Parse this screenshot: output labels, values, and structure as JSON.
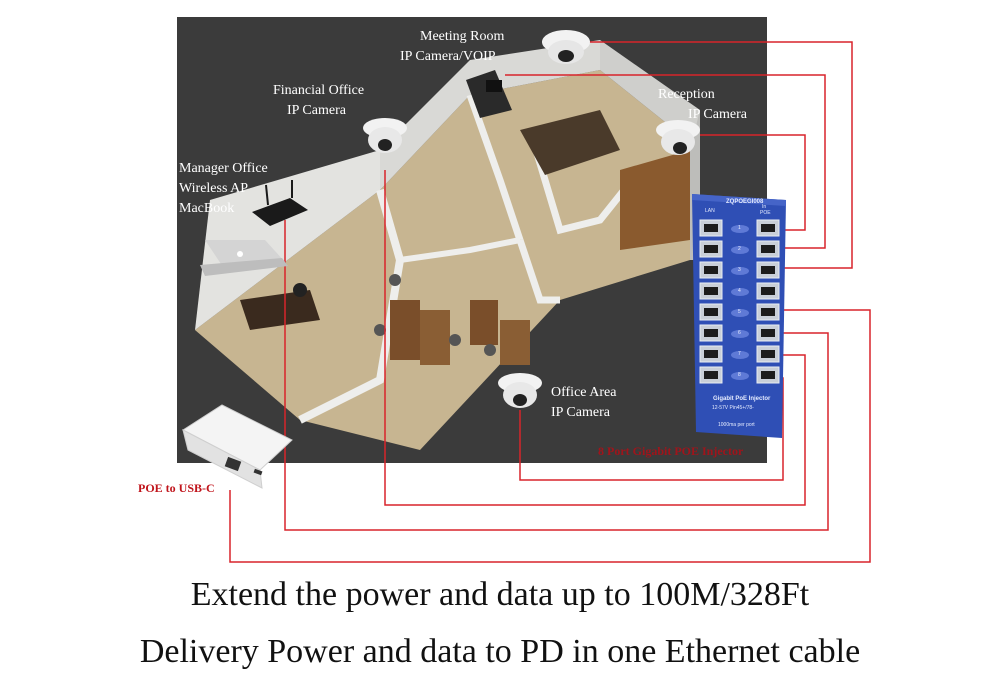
{
  "labels": {
    "meeting_room": [
      "Meeting Room",
      "IP Camera/VOIP"
    ],
    "financial_office": [
      "Financial Office",
      "IP Camera"
    ],
    "reception": [
      "Reception",
      "IP Camera"
    ],
    "manager_office": [
      "Manager Office",
      "Wireless AP",
      "MacBook"
    ],
    "office_area": [
      "Office Area",
      "IP Camera"
    ]
  },
  "poe_to_usbc": "POE to USB-C",
  "injector": {
    "title": "8 Port Gigabit POE Injector",
    "model": "ZQPOEGI008",
    "lan_label": "LAN",
    "poe_label": "POE",
    "in_label": "In",
    "port_numbers": [
      "1",
      "2",
      "3",
      "4",
      "5",
      "6",
      "7",
      "8"
    ],
    "product_name": "Gigabit PoE Injector",
    "spec_line": "12-57V  Pin45+/78-",
    "rating": "1000ma per port"
  },
  "captions": [
    "Extend the power and data up to 100M/328Ft",
    "Delivery Power and data to PD in one Ethernet cable"
  ],
  "colors": {
    "cable": "#d8242b",
    "background_scene": "#3a3a3a",
    "floor": "#b9a27c",
    "wall": "#e8e8e6",
    "injector_blue": "#2f4fb5"
  }
}
